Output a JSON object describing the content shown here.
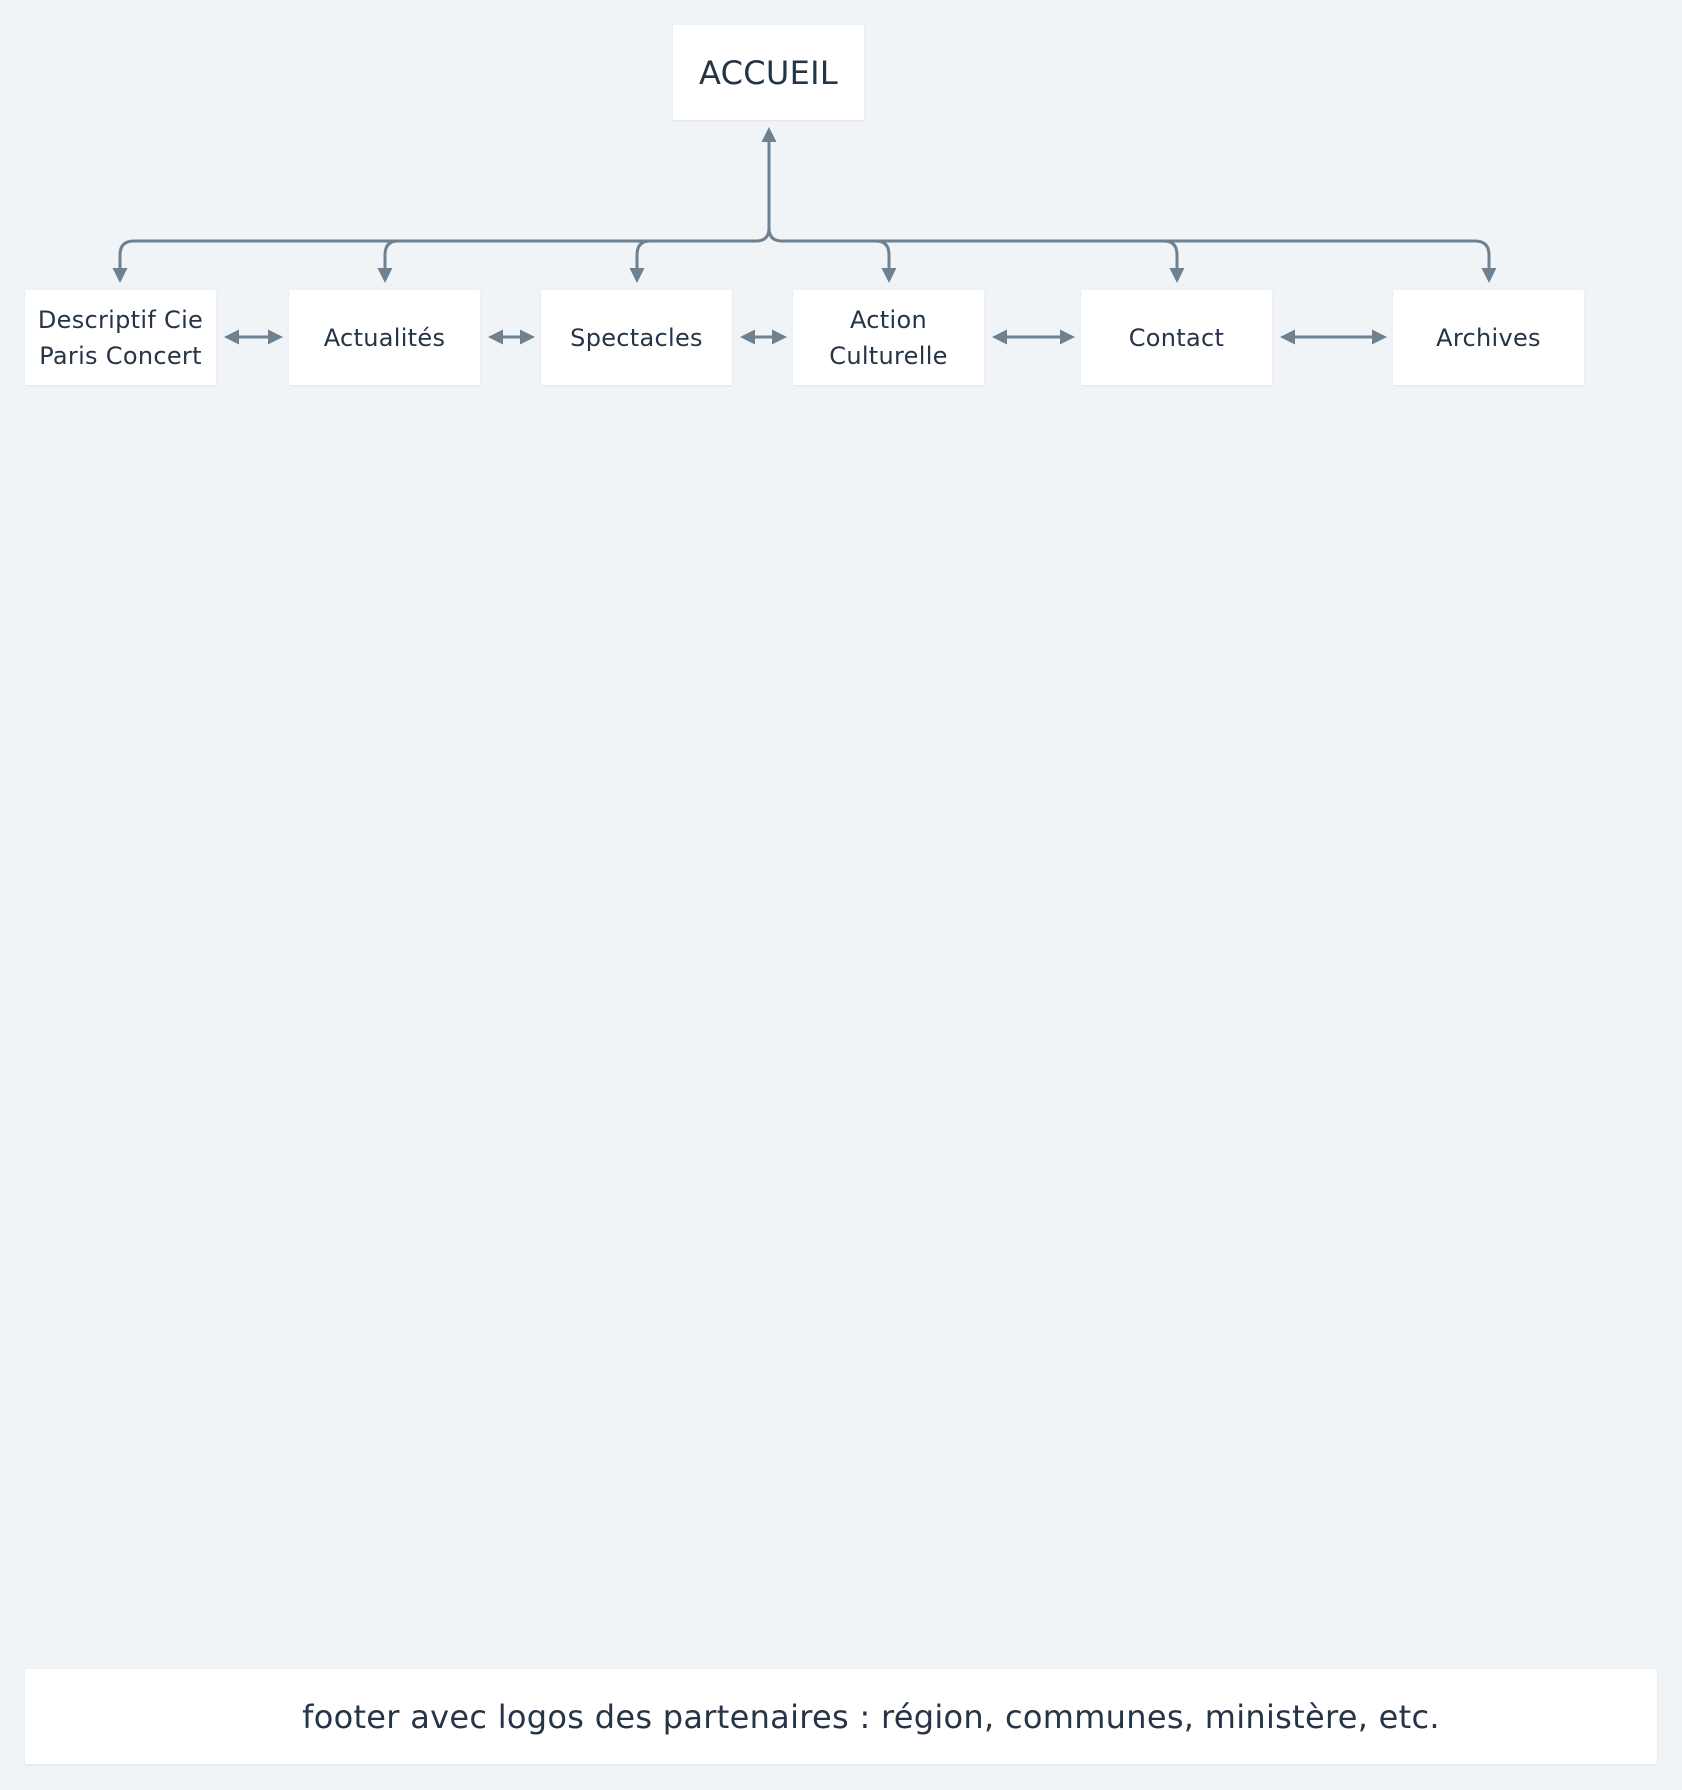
{
  "diagram": {
    "root": {
      "label": "ACCUEIL"
    },
    "pages": [
      {
        "label": "Descriptif Cie Paris Concert"
      },
      {
        "label": "Actualités"
      },
      {
        "label": "Spectacles"
      },
      {
        "label": "Action Culturelle"
      },
      {
        "label": "Contact"
      },
      {
        "label": "Archives"
      }
    ],
    "footer": {
      "label": "footer avec logos des partenaires : région, communes, ministère, etc."
    },
    "colors": {
      "background": "#f0f4f7",
      "card": "#ffffff",
      "connector": "#6e8191",
      "text": "#253447"
    }
  }
}
